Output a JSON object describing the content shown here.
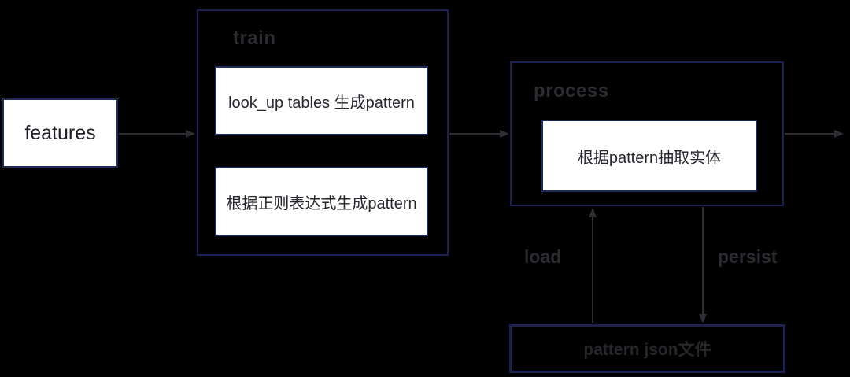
{
  "diagram": {
    "background_color": "#000000",
    "group_border_color": "#1b2150",
    "node_border_color": "#1e2a57",
    "node_fill_color": "#ffffff",
    "arrow_color": "#2e2e34",
    "label_color": "#2b2b31",
    "features": {
      "label": "features"
    },
    "train": {
      "title": "train",
      "steps": [
        {
          "label": "look_up tables 生成pattern"
        },
        {
          "label": "根据正则表达式生成pattern"
        }
      ]
    },
    "process": {
      "title": "process",
      "steps": [
        {
          "label": "根据pattern抽取实体"
        }
      ]
    },
    "pattern_file": {
      "label": "pattern json文件"
    },
    "edges": {
      "load_label": "load",
      "persist_label": "persist"
    }
  }
}
